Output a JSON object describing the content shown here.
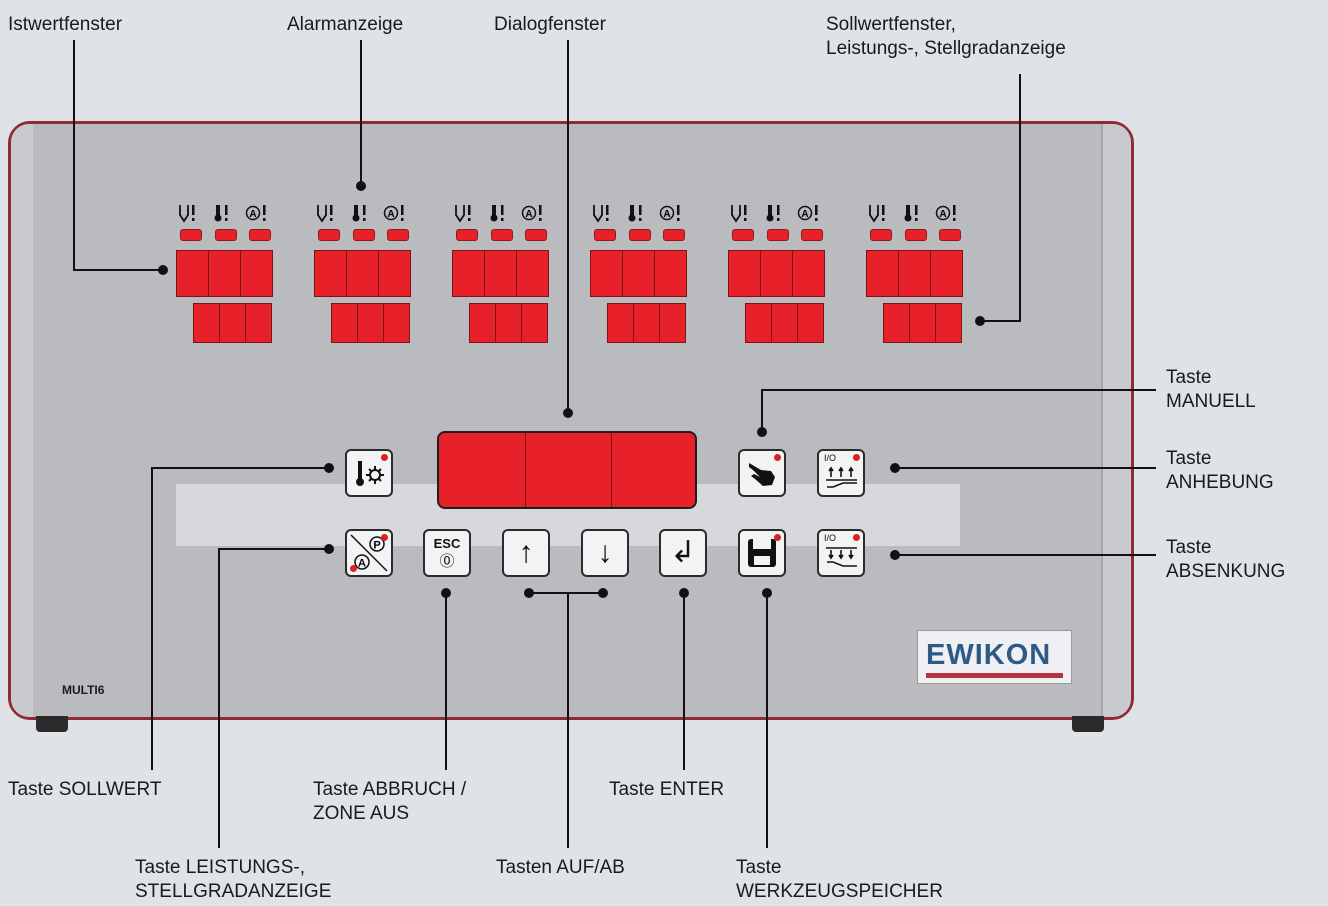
{
  "labels": {
    "istwert": "Istwertfenster",
    "alarm": "Alarmanzeige",
    "dialog": "Dialogfenster",
    "sollwertfenster": "Sollwertfenster,\nLeistungs-, Stellgradanzeige",
    "manuell": "Taste\nMANUELL",
    "anhebung": "Taste\nANHEBUNG",
    "absenkung": "Taste\nABSENKUNG",
    "sollwert": "Taste SOLLWERT",
    "abbruch": "Taste ABBRUCH /\nZONE AUS",
    "enter": "Taste ENTER",
    "leistung": "Taste LEISTUNGS-,\nSTELLGRADANZEIGE",
    "aufab": "Tasten AUF/AB",
    "werkzeug": "Taste\nWERKZEUGSPEICHER"
  },
  "device": {
    "model": "MULTI6",
    "logo": "EWIKON",
    "zone_count": 6,
    "alarm_icons": [
      "nozzle-alarm-icon",
      "thermometer-alarm-icon",
      "a-alarm-icon"
    ]
  },
  "keys": {
    "esc_label": "ESC",
    "esc_sub": "⓪",
    "up": "↑",
    "down": "↓",
    "enter": "↲",
    "io": "I/O"
  },
  "colors": {
    "display_red": "#e8202a",
    "frame": "#8e2b33",
    "logo_blue": "#2e5a86",
    "logo_red": "#b9333d"
  }
}
